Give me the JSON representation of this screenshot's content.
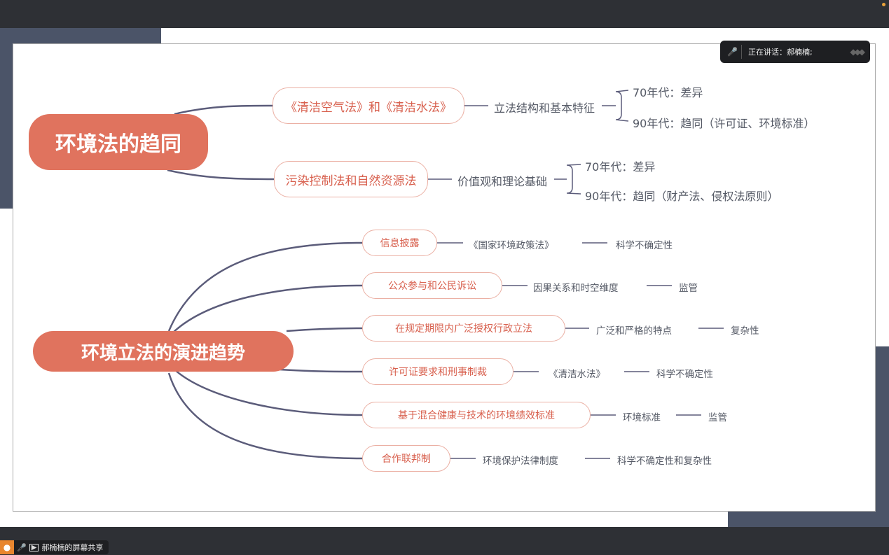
{
  "speaker_bar": {
    "label": "正在讲话：郝楠楠;"
  },
  "share_status": {
    "label": "郝楠楠的屏幕共享"
  },
  "mindmap": {
    "top": {
      "root": "环境法的趋同",
      "branches": [
        {
          "node": "《清洁空气法》和《清洁水法》",
          "aspect": "立法结构和基本特征",
          "points": [
            "70年代：差异",
            "90年代：趋同（许可证、环境标准）"
          ]
        },
        {
          "node": "污染控制法和自然资源法",
          "aspect": "价值观和理论基础",
          "points": [
            "70年代：差异",
            "90年代：趋同（财产法、侵权法原则）"
          ]
        }
      ]
    },
    "bottom": {
      "root": "环境立法的演进趋势",
      "branches": [
        {
          "node": "信息披露",
          "mid": "《国家环境政策法》",
          "end": "科学不确定性"
        },
        {
          "node": "公众参与和公民诉讼",
          "mid": "因果关系和时空维度",
          "end": "监管"
        },
        {
          "node": "在规定期限内广泛授权行政立法",
          "mid": "广泛和严格的特点",
          "end": "复杂性"
        },
        {
          "node": "许可证要求和刑事制裁",
          "mid": "《清洁水法》",
          "end": "科学不确定性"
        },
        {
          "node": "基于混合健康与技术的环境绩效标准",
          "mid": "环境标准",
          "end": "监管"
        },
        {
          "node": "合作联邦制",
          "mid": "环境保护法律制度",
          "end": "科学不确定性和复杂性"
        }
      ]
    }
  }
}
